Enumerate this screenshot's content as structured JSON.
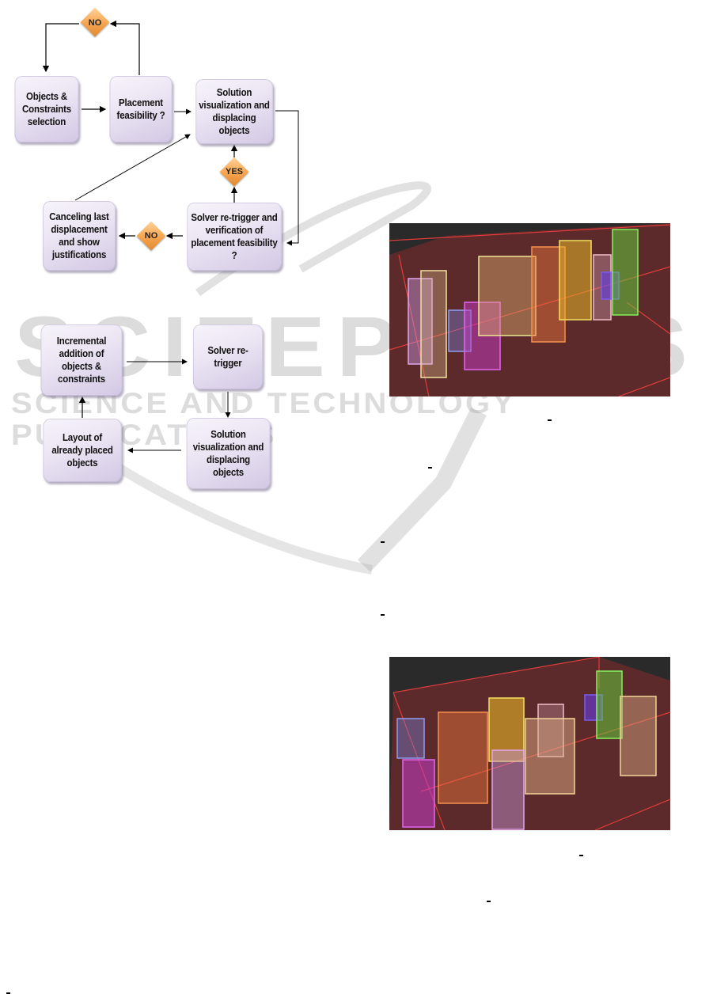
{
  "figure1": {
    "nodes": {
      "objects_constraints": "Objects &\nConstraints\nselection",
      "placement_feasibility": "Placement\nfeasibility ?",
      "solution_visualization": "Solution\nvisualization and\ndisplacing objects",
      "solver_retrigger_verification": "Solver  re-trigger and\nverification of\nplacement feasibility ?",
      "canceling_last": "Canceling last\ndisplacement\nand show\njustifications"
    },
    "decisions": {
      "no_top": "NO",
      "yes": "YES",
      "no_bottom": "NO"
    }
  },
  "figure2": {
    "nodes": {
      "incremental_addition": "Incremental\naddition of\nobjects &\nconstraints",
      "solver_retrigger": "Solver re-\ntrigger",
      "solution_visualization": "Solution\nvisualization and\ndisplacing\nobjects",
      "layout_placed": "Layout of\nalready placed\nobjects"
    }
  },
  "watermark": {
    "line1": "SCITEPRESS",
    "line2": "SCIENCE AND TECHNOLOGY PUBLICATIONS"
  },
  "scenes": {
    "scene1": {
      "description": "3D placement scene with translucent colored boxes (before)"
    },
    "scene2": {
      "description": "3D placement scene with translucent colored boxes (after)"
    }
  },
  "colors": {
    "box_purple_light": "#ece6f4",
    "decision_orange": "#f6a44f",
    "scene_floor": "#5a2a2a",
    "scene_grid": "#e04040"
  }
}
